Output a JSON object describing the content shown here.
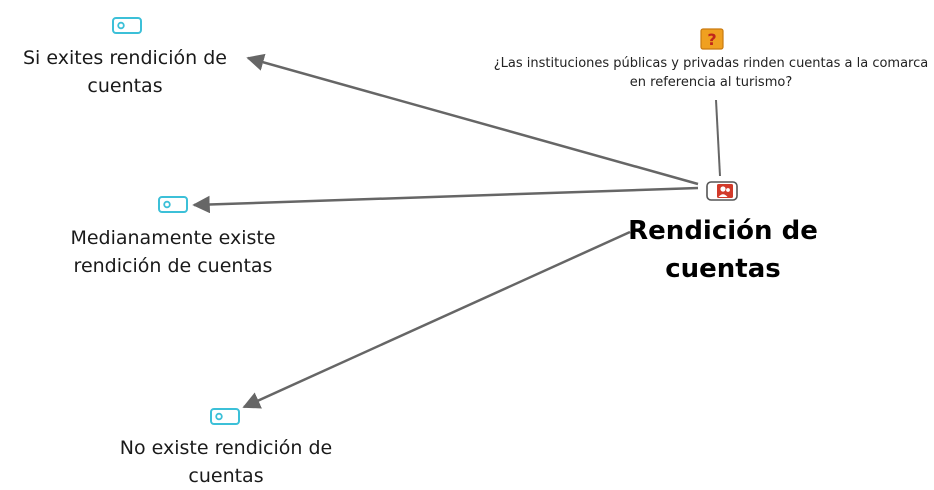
{
  "diagram": {
    "main_node": {
      "label": "Rendición de cuentas",
      "icon": "person-group-icon",
      "icon_color": "#d23a2a"
    },
    "memo_node": {
      "label": "¿Las instituciones públicas y privadas rinden cuentas a la comarca en referencia al turismo?",
      "icon": "question-icon",
      "icon_color": "#f0a020"
    },
    "code_nodes": [
      {
        "label": "Si exites rendición de cuentas",
        "icon": "code-tag-icon"
      },
      {
        "label": "Medianamente existe rendición de cuentas",
        "icon": "code-tag-icon"
      },
      {
        "label": "No existe rendición de cuentas",
        "icon": "code-tag-icon"
      }
    ],
    "colors": {
      "code_icon": "#3cc0d8",
      "edge": "#666666"
    }
  }
}
